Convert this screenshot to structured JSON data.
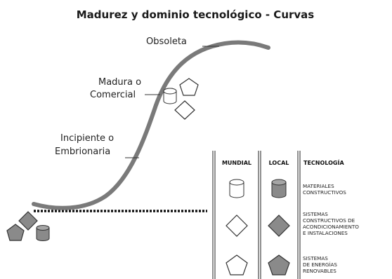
{
  "title": "Madurez y dominio tecnológico - Curvas",
  "stages": {
    "obsolete": "Obsoleta",
    "mature_line1": "Madura o",
    "mature_line2": "Comercial",
    "incipient_line1": "Incipiente o",
    "incipient_line2": "Embrionaria"
  },
  "legend": {
    "headers": {
      "world": "MUNDIAL",
      "local": "LOCAL",
      "technology": "TECNOLOGÍA"
    },
    "rows": [
      {
        "icon": "cylinder-icon",
        "tech_lines": [
          "MATERIALES",
          "CONSTRUCTIVOS"
        ]
      },
      {
        "icon": "diamond-icon",
        "tech_lines": [
          "SISTEMAS",
          "CONSTRUCTIVOS DE",
          "ACONDICIONAMIENTO",
          "E INSTALACIONES"
        ]
      },
      {
        "icon": "pentagon-icon",
        "tech_lines": [
          "SISTEMAS",
          "DE ENERGÍAS",
          "RENOVABLES"
        ]
      }
    ]
  },
  "colors": {
    "curve": "#7a7a7a",
    "filled_icon": "#8a8a8a",
    "outline_icon": "#ffffff",
    "stroke": "#333333"
  }
}
